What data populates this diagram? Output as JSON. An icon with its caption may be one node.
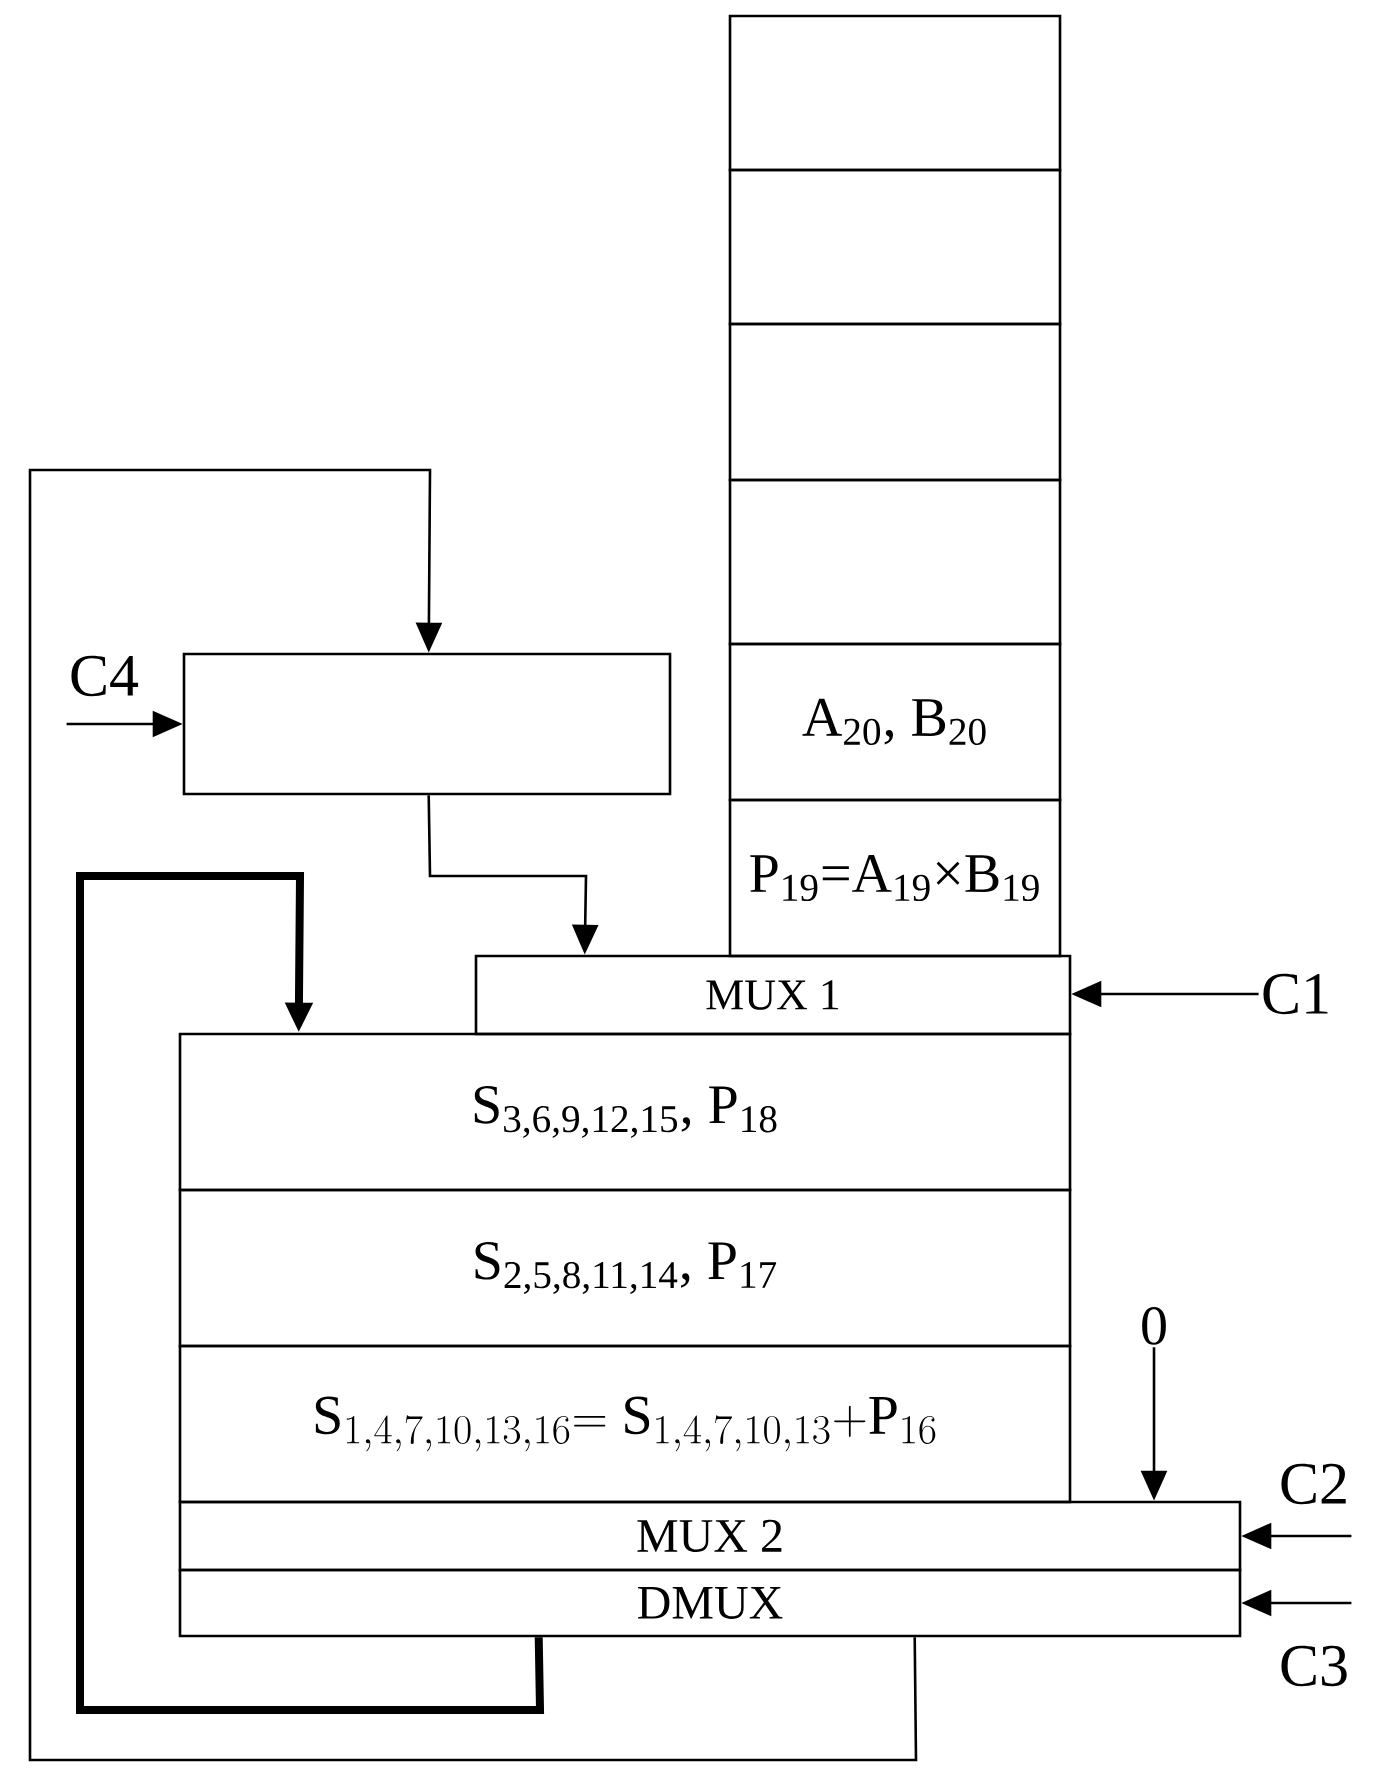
{
  "diagram": {
    "nodes": [
      {
        "text": [],
        "shape": "box"
      },
      {
        "text": [],
        "shape": "box"
      },
      {
        "text": [],
        "shape": "box"
      },
      {
        "text": [],
        "shape": "box"
      },
      {
        "text": [
          "A$_{20}$, B$_{20}$"
        ]
      },
      {
        "text": [
          "P$_{19}$=A$_{19}$×B$_{19}$"
        ]
      },
      {
        "text": [
          "MUX 1"
        ]
      },
      {
        "text": [
          "S$_{3,6,9,12,15}$, P$_{18}$"
        ]
      },
      {
        "text": [
          "S$_{2,5,8,11,14}$, P$_{17}$"
        ]
      },
      {
        "text": [
          "\\mathrm{S}_{1,4,7,10,13,16}\\mathrm{=S}_{1,4,7,10,13}\\mathrm{+P}_{16}"
        ]
      },
      {
        "text": [
          "MUX 2"
        ]
      },
      {
        "text": [
          "DMUX"
        ]
      },
      {
        "text": [],
        "shape": "box"
      },
      {
        "text": [
          "C4"
        ]
      },
      {
        "text": [
          "C1"
        ]
      },
      {
        "text": [
          "0"
        ]
      },
      {
        "text": [
          "C2"
        ]
      },
      {
        "text": [
          "C3"
        ]
      }
    ],
    "edges": [
      {
        "from": 13,
        "to": 12,
        "arrow": "to"
      },
      {
        "from": 14,
        "to": 6,
        "arrow": "to"
      },
      {
        "from": 15,
        "to": 10,
        "arrow": "to"
      },
      {
        "from": 16,
        "to": 10,
        "arrow": "to"
      },
      {
        "from": 17,
        "to": 11,
        "arrow": "to"
      },
      {
        "from": 11,
        "to": 12,
        "arrow": "to"
      },
      {
        "from": 11,
        "to": 7,
        "arrow": "to",
        "style": "thick"
      },
      {
        "from": 12,
        "to": 6,
        "arrow": "to"
      }
    ]
  }
}
